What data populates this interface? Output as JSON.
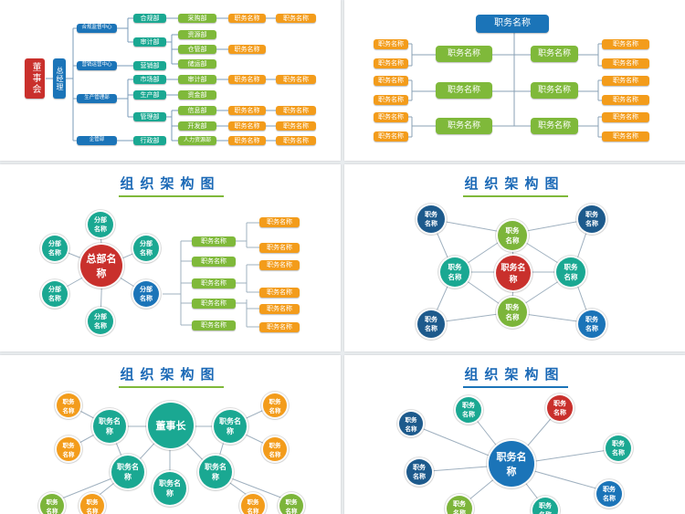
{
  "panel1": {
    "chairman": "董事会",
    "gm": "总经理",
    "centers": [
      "合规监督中心",
      "营销运营中心",
      "生产管理部",
      "企管部"
    ],
    "depts": [
      "合规部",
      "审计部",
      "营销部",
      "市场部",
      "生产部",
      "管理部",
      "行政部"
    ],
    "subs": [
      "采购部",
      "资源部",
      "仓管部",
      "储运部",
      "审计部",
      "资金部",
      "信息部",
      "开发部",
      "人力资源部"
    ],
    "posts": [
      "职务名称",
      "职务名称",
      "职务名称",
      "职务名称",
      "职务名称",
      "职务名称",
      "职务名称",
      "职务名称"
    ]
  },
  "panel2": {
    "top": "职务名称",
    "mid": "职务名称",
    "leaf": "职务名称"
  },
  "panel3": {
    "title": "组织架构图",
    "center": "总部名称",
    "branch": "分部名称",
    "mid": "职务名称",
    "leaf": "职务名称"
  },
  "panel4": {
    "title": "组织架构图",
    "center": "职务名称",
    "node": "职务名称"
  },
  "panel5": {
    "title": "组织架构图",
    "center": "董事长",
    "node": "职务名称"
  },
  "panel6": {
    "title": "组织架构图",
    "center": "职务名称",
    "node": "职务名称"
  }
}
